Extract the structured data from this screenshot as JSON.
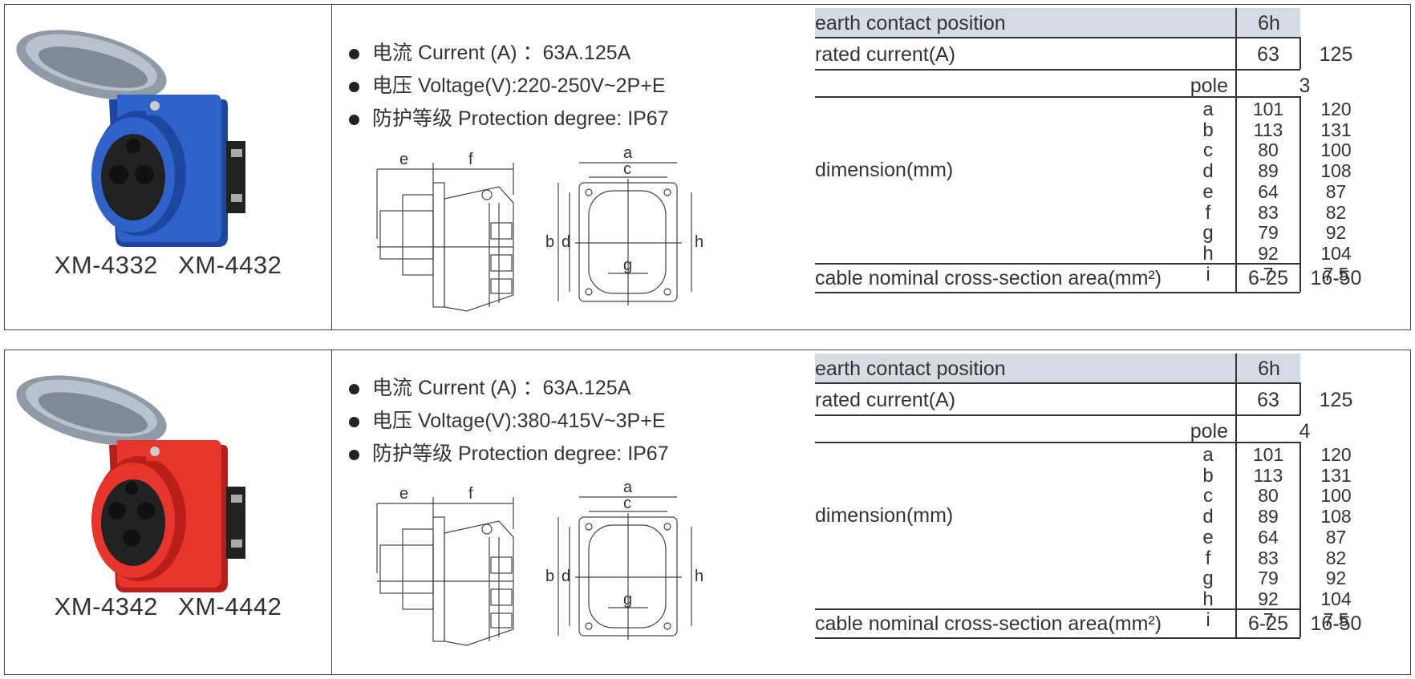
{
  "products": [
    {
      "color": "#2f63c9",
      "color_dark": "#1d46a0",
      "models": [
        "XM-4332",
        "XM-4432"
      ],
      "specs": [
        "电流 Current (A) ：63A.125A",
        "电压  Voltage(V):220-250V~2P+E",
        "防护等级 Protection degree: IP67"
      ],
      "table": {
        "earth_label": "earth contact position",
        "earth_value": "6h",
        "rated_label": "rated current(A)",
        "rated_values": [
          "63",
          "125"
        ],
        "pole_label": "pole",
        "pole_value": "3",
        "dimension_label": "dimension(mm)",
        "dim_letters": [
          "a",
          "b",
          "c",
          "d",
          "e",
          "f",
          "g",
          "h",
          "i"
        ],
        "dim_col1": [
          "101",
          "113",
          "80",
          "89",
          "64",
          "83",
          "79",
          "92",
          "7"
        ],
        "dim_col2": [
          "120",
          "131",
          "100",
          "108",
          "87",
          "82",
          "92",
          "104",
          "7.5"
        ],
        "cable_label": "cable nominal cross-section area(mm²)",
        "cable_values": [
          "6-25",
          "16-50"
        ]
      }
    },
    {
      "color": "#e8352b",
      "color_dark": "#b71f18",
      "models": [
        "XM-4342",
        "XM-4442"
      ],
      "specs": [
        "电流 Current (A) ：63A.125A",
        "电压  Voltage(V):380-415V~3P+E",
        "防护等级 Protection degree: IP67"
      ],
      "table": {
        "earth_label": "earth contact position",
        "earth_value": "6h",
        "rated_label": "rated current(A)",
        "rated_values": [
          "63",
          "125"
        ],
        "pole_label": "pole",
        "pole_value": "4",
        "dimension_label": "dimension(mm)",
        "dim_letters": [
          "a",
          "b",
          "c",
          "d",
          "e",
          "f",
          "g",
          "h",
          "i"
        ],
        "dim_col1": [
          "101",
          "113",
          "80",
          "89",
          "64",
          "83",
          "79",
          "92",
          "7"
        ],
        "dim_col2": [
          "120",
          "131",
          "100",
          "108",
          "87",
          "82",
          "92",
          "104",
          "7.5"
        ],
        "cable_label": "cable nominal cross-section area(mm²)",
        "cable_values": [
          "6-25",
          "16-50"
        ]
      }
    }
  ],
  "drawing_labels": {
    "side": [
      "e",
      "f"
    ],
    "front": [
      "a",
      "c",
      "b",
      "d",
      "h",
      "g"
    ]
  },
  "colors": {
    "header_bg": "#d5dbe3",
    "cap_gray": "#8f9aa6"
  }
}
